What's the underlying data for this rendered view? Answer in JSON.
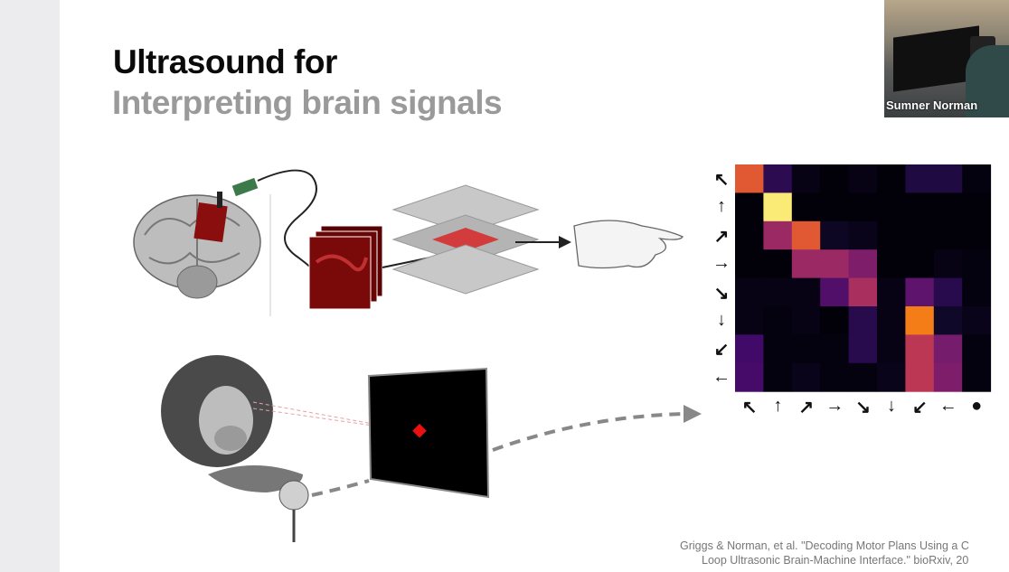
{
  "slide": {
    "title_line1": "Ultrasound for",
    "title_line2": "Interpreting brain signals",
    "citation_line1": "Griggs & Norman, et al. \"Decoding Motor Plans Using a C",
    "citation_line2": "Loop Ultrasonic Brain-Machine Interface.\" bioRxiv, 20"
  },
  "video": {
    "participant_name": "Sumner Norman"
  },
  "chart_data": {
    "type": "heatmap",
    "colormap": "inferno",
    "row_labels": [
      "↖",
      "↑",
      "↗",
      "→",
      "↘",
      "↓",
      "↙",
      "←"
    ],
    "col_labels": [
      "↖",
      "↑",
      "↗",
      "→",
      "↘",
      "↓",
      "↙",
      "←",
      "●"
    ],
    "values": [
      [
        0.62,
        0.15,
        0.03,
        0.01,
        0.03,
        0.01,
        0.12,
        0.12,
        0.02
      ],
      [
        0.01,
        0.95,
        0.01,
        0.01,
        0.01,
        0.01,
        0.01,
        0.01,
        0.01
      ],
      [
        0.01,
        0.42,
        0.62,
        0.06,
        0.04,
        0.01,
        0.01,
        0.01,
        0.01
      ],
      [
        0.01,
        0.01,
        0.42,
        0.42,
        0.35,
        0.01,
        0.01,
        0.03,
        0.02
      ],
      [
        0.03,
        0.03,
        0.03,
        0.24,
        0.45,
        0.03,
        0.27,
        0.14,
        0.02
      ],
      [
        0.03,
        0.02,
        0.03,
        0.01,
        0.14,
        0.03,
        0.71,
        0.07,
        0.04
      ],
      [
        0.2,
        0.02,
        0.02,
        0.02,
        0.14,
        0.03,
        0.5,
        0.33,
        0.02
      ],
      [
        0.21,
        0.02,
        0.04,
        0.02,
        0.02,
        0.04,
        0.5,
        0.35,
        0.02
      ]
    ],
    "range": [
      0,
      1
    ]
  }
}
